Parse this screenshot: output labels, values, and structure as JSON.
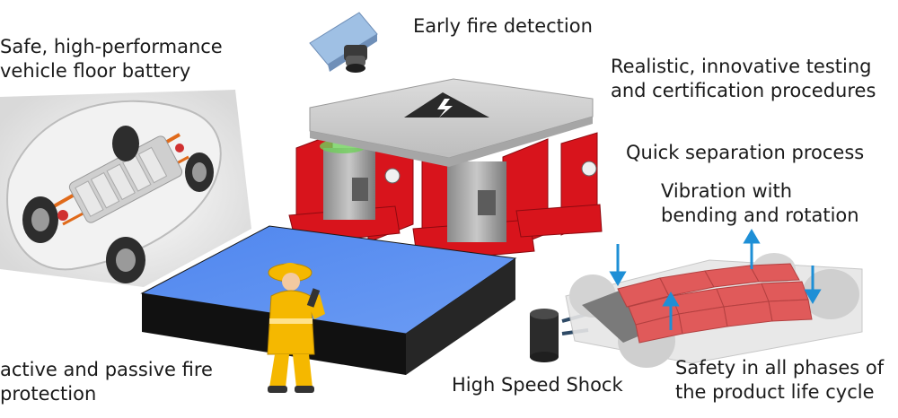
{
  "labels": {
    "vehicle_battery": [
      "Safe, high-performance",
      "vehicle floor battery"
    ],
    "fire_detection": "Early fire detection",
    "testing": [
      "Realistic, innovative testing",
      "and certification procedures"
    ],
    "separation": "Quick separation process",
    "vibration": [
      "Vibration with",
      "bending and rotation"
    ],
    "fire_protection": [
      "active and passive fire",
      "protection"
    ],
    "shock": "High Speed Shock",
    "lifecycle": [
      "Safety in all phases of",
      "the product life cycle"
    ]
  },
  "icons": {
    "warning": "high-voltage-icon",
    "sensor": "fire-sensor-icon"
  },
  "colors": {
    "shaker_red": "#d8141c",
    "platform_gray": "#c9c9c9",
    "battery_blue": "#5b8ef0",
    "arrow_blue": "#1e8fd6",
    "cell_red": "#e05a5a",
    "firefighter_yellow": "#f5b800"
  }
}
